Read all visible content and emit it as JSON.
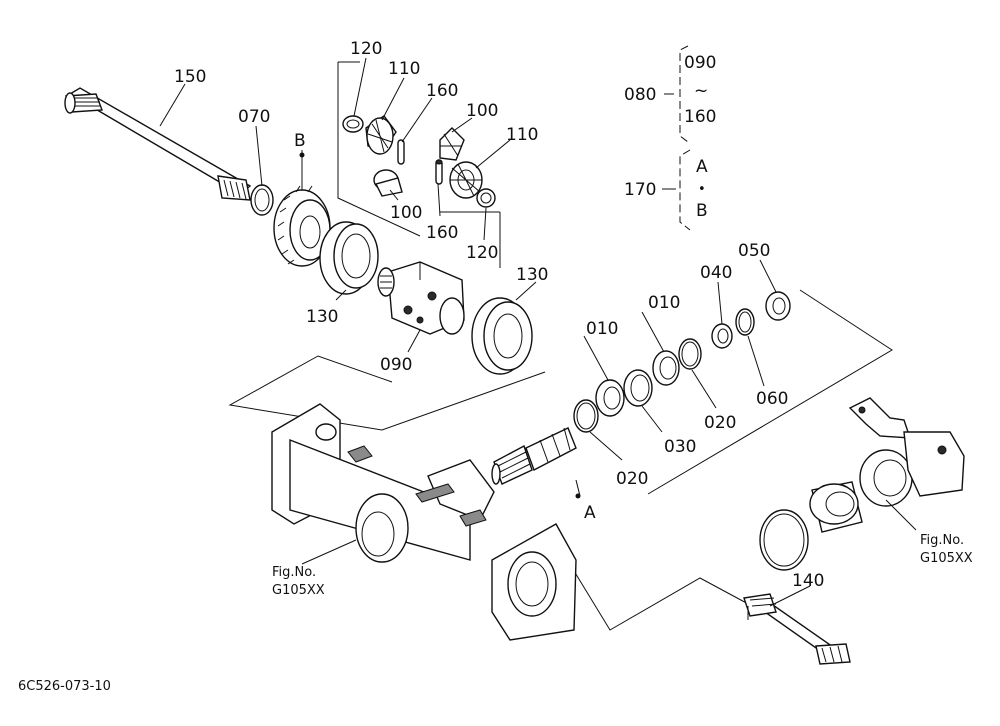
{
  "diagram_code": "6C526-073-10",
  "labels": {
    "p150": "150",
    "p120a": "120",
    "p110a": "110",
    "p160a": "160",
    "p100a": "100",
    "p110b": "110",
    "p070": "070",
    "pB": "B",
    "p100b": "100",
    "p160b": "160",
    "p120b": "120",
    "p130a": "130",
    "p130b": "130",
    "p090": "090",
    "p010a": "010",
    "p010b": "010",
    "p040": "040",
    "p050": "050",
    "p060": "060",
    "p020a": "020",
    "p020b": "020",
    "p030": "030",
    "pA": "A",
    "p140": "140"
  },
  "legend": {
    "set_080": {
      "code": "080",
      "from": "090",
      "tilde": "~",
      "to": "160"
    },
    "set_170": {
      "code": "170",
      "from": "A",
      "dot": "•",
      "to": "B"
    }
  },
  "figure_refs": {
    "left": {
      "line1": "Fig.No.",
      "line2": "G105XX"
    },
    "right": {
      "line1": "Fig.No.",
      "line2": "G105XX"
    }
  }
}
